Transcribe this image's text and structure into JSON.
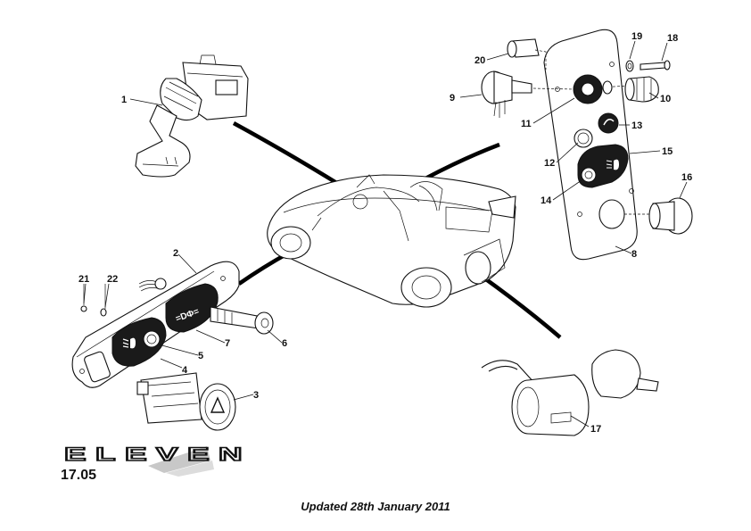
{
  "brand": {
    "logo_text": "ELEVEN"
  },
  "page_number": "17.05",
  "footer": "Updated 28th January 2011",
  "callouts": [
    "1",
    "2",
    "3",
    "4",
    "5",
    "6",
    "7",
    "8",
    "9",
    "10",
    "11",
    "12",
    "13",
    "14",
    "15",
    "16",
    "17",
    "18",
    "19",
    "20",
    "21",
    "22"
  ],
  "icons": {
    "headlamp": "headlamp-icon",
    "foglamp": "foglamp-icon",
    "hazard": "hazard-icon",
    "edge_lamp": "edge-lamp-icon"
  }
}
